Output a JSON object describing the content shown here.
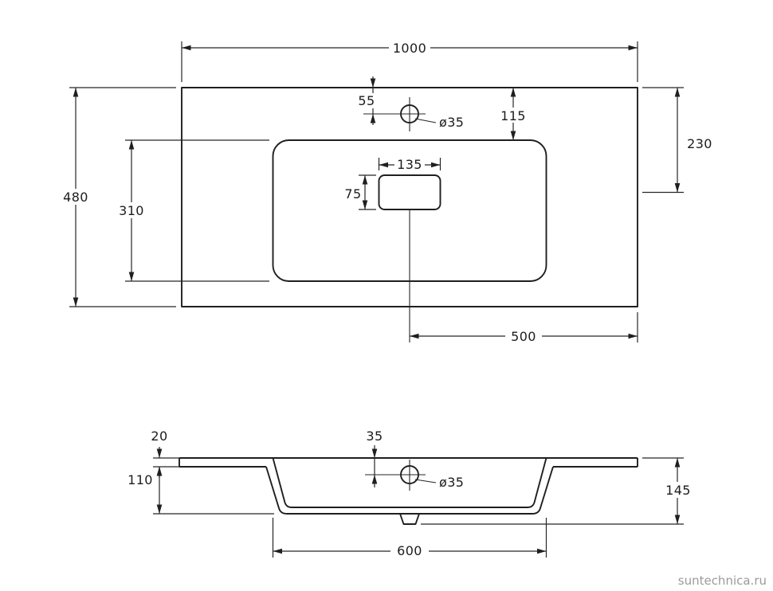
{
  "watermark": "suntechnica.ru",
  "colors": {
    "line": "#1f1f1f",
    "dimension": "#262626",
    "watermark": "#9b9b9b",
    "background": "#ffffff"
  },
  "top_view": {
    "overall_width": "1000",
    "overall_depth": "480",
    "basin_depth": "310",
    "hole_offset": "55",
    "basin_top_offset": "115",
    "edge_to_center": "230",
    "drain_width": "135",
    "drain_height": "75",
    "center_to_edge": "500",
    "hole_diameter": "ø35"
  },
  "section_view": {
    "rim_thickness": "20",
    "hole_offset": "35",
    "bowl_depth": "110",
    "total_height": "145",
    "bowl_width": "600",
    "hole_diameter": "ø35"
  }
}
